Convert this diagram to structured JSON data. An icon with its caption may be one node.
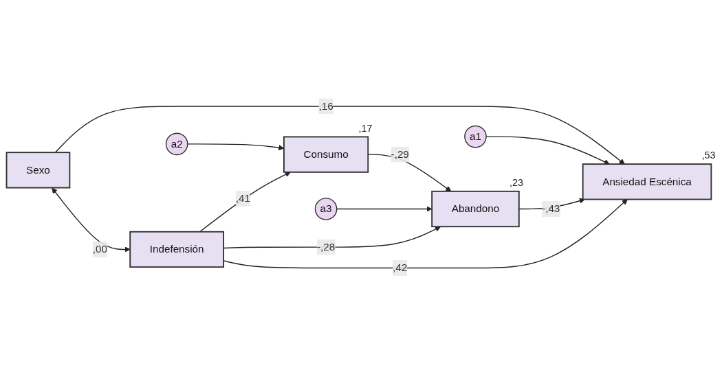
{
  "diagram": {
    "nodes": [
      {
        "text": [
          "Sexo"
        ]
      },
      {
        "text": [
          "a1"
        ]
      },
      {
        "text": [
          "Consumo"
        ],
        "beside": [
          ",17"
        ]
      },
      {
        "text": [
          "Abandono"
        ],
        "beside": [
          ",23"
        ]
      },
      {
        "text": [
          "Ansiedad Escénica"
        ],
        "beside": [
          ",53"
        ]
      },
      {
        "text": [
          "a2"
        ]
      },
      {
        "text": [
          "a3"
        ]
      },
      {
        "text": [
          "Indefensión"
        ]
      }
    ],
    "edges": [
      {
        "from": 0,
        "to": 7,
        "arrow": "both",
        "label": ",00"
      },
      {
        "from": 0,
        "to": 4,
        "arrow": "to",
        "label": ",16"
      },
      {
        "from": 1,
        "to": 4,
        "arrow": "to"
      },
      {
        "from": 2,
        "to": 3,
        "arrow": "to",
        "label": "-,29"
      },
      {
        "from": 3,
        "to": 4,
        "arrow": "to",
        "label": "-,43"
      },
      {
        "from": 5,
        "to": 2,
        "arrow": "to"
      },
      {
        "from": 6,
        "to": 3,
        "arrow": "to"
      },
      {
        "from": 7,
        "to": 2,
        "arrow": "to",
        "label": ",41"
      },
      {
        "from": 7,
        "to": 3,
        "arrow": "to",
        "label": "-,28"
      },
      {
        "from": 7,
        "to": 4,
        "arrow": "to",
        "label": ",42"
      }
    ]
  }
}
